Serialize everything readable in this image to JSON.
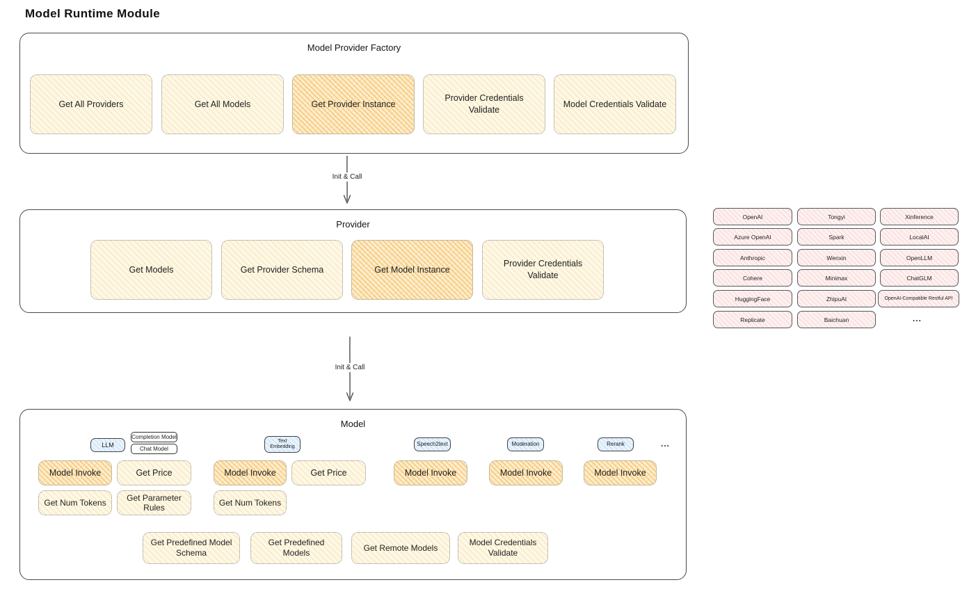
{
  "page": {
    "title": "Model Runtime Module"
  },
  "colors": {
    "node_yellow": "#fdf8e8",
    "node_yellow_hatch": "#f3d482",
    "node_highlight_orange": "#fcefd2",
    "node_highlight_hatch": "#f4b042",
    "provider_chip_pink": "#fdf1f0",
    "provider_chip_hatch": "#eeaaaa",
    "tab_blue": "#e9f3fc",
    "tab_blue_hatch": "#8cbeeb",
    "box_border": "#46494d",
    "text": "#1b1b1b"
  },
  "factory": {
    "title": "Model Provider Factory",
    "buttons": [
      {
        "label": "Get All Providers"
      },
      {
        "label": "Get All Models"
      },
      {
        "label": "Get Provider Instance"
      },
      {
        "label": "Provider Credentials Validate"
      },
      {
        "label": "Model Credentials Validate"
      }
    ]
  },
  "arrows": {
    "init_call_1": "Init & Call",
    "init_call_2": "Init & Call"
  },
  "provider": {
    "title": "Provider",
    "buttons": [
      {
        "label": "Get Models"
      },
      {
        "label": "Get Provider Schema"
      },
      {
        "label": "Get Model Instance"
      },
      {
        "label": "Provider Credentials Validate"
      }
    ]
  },
  "providers": {
    "columns": [
      [
        "OpenAI",
        "Azure OpenAI",
        "Anthropic",
        "Cohere",
        "HuggingFace",
        "Replicate"
      ],
      [
        "Tongyi",
        "Spark",
        "Wenxin",
        "Minimax",
        "ZhipuAI",
        "Baichuan"
      ],
      [
        "Xinference",
        "LocalAI",
        "OpenLLM",
        "ChatGLM",
        "OpenAI-Compatible Restful API",
        "..."
      ]
    ]
  },
  "model": {
    "title": "Model",
    "tabs": {
      "llm": "LLM",
      "completion": "Completion Model",
      "chat": "Chat Model",
      "text_embedding": "Text Embedding",
      "speech2text": "Speech2text",
      "moderation": "Moderation",
      "rerank": "Rerank",
      "ellipsis": "..."
    },
    "buttons": {
      "llm_invoke": "Model Invoke",
      "llm_get_price": "Get Price",
      "llm_get_num_tokens": "Get Num Tokens",
      "llm_get_parameter_rules": "Get Parameter Rules",
      "embed_invoke": "Model Invoke",
      "embed_get_price": "Get Price",
      "embed_get_num_tokens": "Get Num Tokens",
      "speech_invoke": "Model Invoke",
      "moderation_invoke": "Model Invoke",
      "rerank_invoke": "Model Invoke",
      "get_predefined_model_schema": "Get Predefined Model Schema",
      "get_predefined_models": "Get Predefined Models",
      "get_remote_models": "Get Remote Models",
      "model_credentials_validate": "Model Credentials Validate"
    }
  }
}
